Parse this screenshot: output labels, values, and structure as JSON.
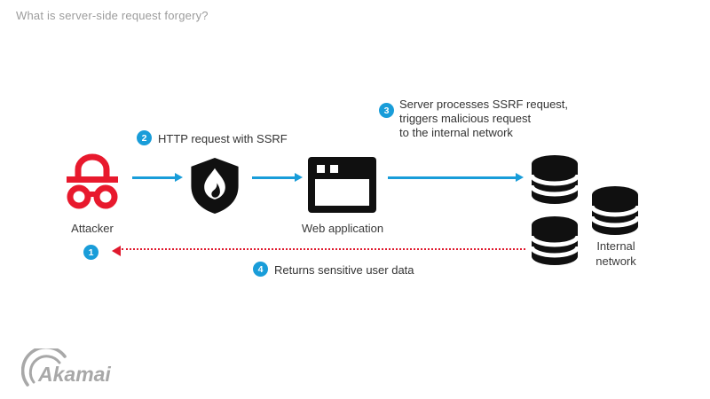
{
  "title": "What is server-side request forgery?",
  "colors": {
    "accent_blue": "#199DD9",
    "accent_red": "#E5162B",
    "icon_black": "#111111",
    "label_text": "#3B3B3B",
    "title_gray": "#9C9C9C",
    "logo_gray": "#A8A8A8"
  },
  "nodes": {
    "attacker": {
      "label": "Attacker",
      "icon": "incognito-attacker-icon"
    },
    "firewall": {
      "icon": "shield-flame-icon"
    },
    "web_application": {
      "label": "Web application",
      "icon": "browser-window-icon"
    },
    "internal_network": {
      "lines": [
        "Internal",
        "network"
      ],
      "icon": "database-icon"
    }
  },
  "steps": [
    {
      "number": "1"
    },
    {
      "number": "2",
      "label": "HTTP request with SSRF"
    },
    {
      "number": "3",
      "lines": [
        "Server processes SSRF request,",
        "triggers malicious request",
        "to the internal network"
      ]
    },
    {
      "number": "4",
      "label": "Returns sensitive user data"
    }
  ],
  "logo": {
    "text": "Akamai"
  }
}
